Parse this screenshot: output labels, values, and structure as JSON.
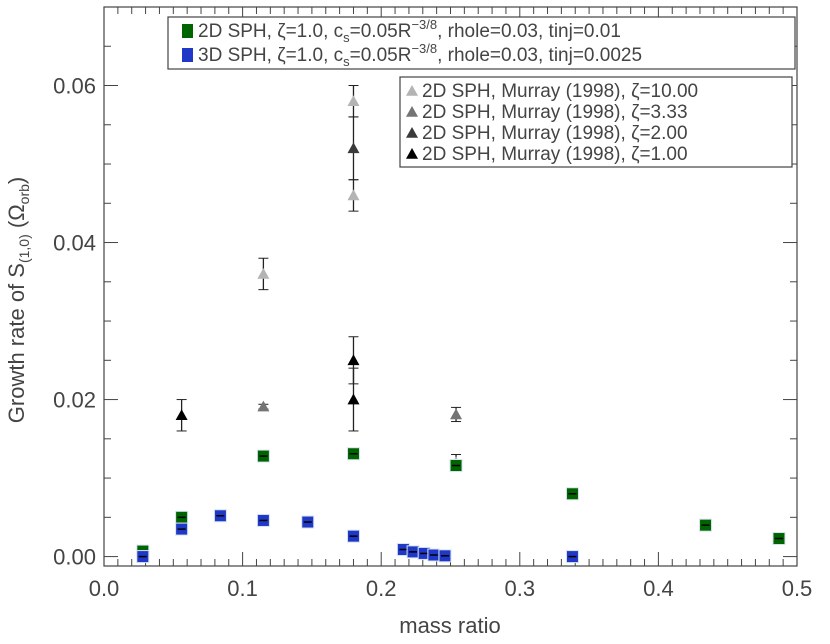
{
  "chart_data": {
    "type": "scatter",
    "xlabel": "mass ratio",
    "ylabel_parts": {
      "main": "Growth rate of S",
      "sub": "(1,0)",
      "unit_open": " (Ω",
      "unit_sub": "orb",
      "unit_close": ")"
    },
    "xlim": [
      0.0,
      0.5
    ],
    "ylim": [
      -0.0012,
      0.07
    ],
    "xticks": [
      "0.0",
      "0.1",
      "0.2",
      "0.3",
      "0.4",
      "0.5"
    ],
    "xtick_values": [
      0.0,
      0.1,
      0.2,
      0.3,
      0.4,
      0.5
    ],
    "yticks": [
      "0.00",
      "0.02",
      "0.04",
      "0.06"
    ],
    "ytick_values": [
      0.0,
      0.02,
      0.04,
      0.06
    ],
    "grid": false,
    "legends": [
      {
        "placement": "top",
        "entries": [
          {
            "series": 0,
            "parts": [
              "2D SPH, ζ=1.0, c",
              "s",
              "=0.05R",
              "−3/8",
              ", rhole=0.03, tinj=0.01"
            ]
          },
          {
            "series": 1,
            "parts": [
              "3D SPH, ζ=1.0, c",
              "s",
              "=0.05R",
              "−3/8",
              ", rhole=0.03, tinj=0.0025"
            ]
          }
        ]
      },
      {
        "placement": "top-right",
        "entries": [
          {
            "series": 2,
            "label": "2D SPH, Murray (1998), ζ=10.00"
          },
          {
            "series": 3,
            "label": "2D SPH, Murray (1998), ζ=3.33"
          },
          {
            "series": 4,
            "label": "2D SPH, Murray (1998), ζ=2.00"
          },
          {
            "series": 5,
            "label": "2D SPH, Murray (1998), ζ=1.00"
          }
        ]
      }
    ],
    "series": [
      {
        "name": "2D SPH, ζ=1.0, cs=0.05R^-3/8, rhole=0.03, tinj=0.01",
        "marker": "square",
        "color": "#006400",
        "points": [
          [
            0.028,
            0.0007
          ],
          [
            0.056,
            0.005
          ],
          [
            0.115,
            0.0128
          ],
          [
            0.18,
            0.0131
          ],
          [
            0.254,
            0.0116
          ],
          [
            0.338,
            0.008
          ],
          [
            0.434,
            0.004
          ],
          [
            0.487,
            0.0023
          ]
        ]
      },
      {
        "name": "3D SPH, ζ=1.0, cs=0.05R^-3/8, rhole=0.03, tinj=0.0025",
        "marker": "square",
        "color": "#2038c8",
        "points": [
          [
            0.028,
            0.0
          ],
          [
            0.056,
            0.0035
          ],
          [
            0.084,
            0.0052
          ],
          [
            0.115,
            0.0046
          ],
          [
            0.147,
            0.0044
          ],
          [
            0.18,
            0.0026
          ],
          [
            0.216,
            0.0009
          ],
          [
            0.223,
            0.0006
          ],
          [
            0.231,
            0.0004
          ],
          [
            0.238,
            0.0002
          ],
          [
            0.246,
            0.0001
          ],
          [
            0.338,
            0.0
          ]
        ]
      },
      {
        "name": "2D SPH, Murray (1998), ζ=10.00",
        "marker": "triangle",
        "color": "#b4b4b4",
        "points": [
          [
            0.115,
            0.036,
            0.034,
            0.038
          ],
          [
            0.18,
            0.058,
            0.056,
            0.06
          ],
          [
            0.18,
            0.046,
            0.044,
            0.048
          ],
          [
            0.254,
            0.012,
            0.0114,
            0.013
          ]
        ]
      },
      {
        "name": "2D SPH, Murray (1998), ζ=3.33",
        "marker": "triangle",
        "color": "#747474",
        "points": [
          [
            0.115,
            0.0191,
            0.0188,
            0.0194
          ],
          [
            0.254,
            0.0181,
            0.0172,
            0.019
          ]
        ]
      },
      {
        "name": "2D SPH, Murray (1998), ζ=2.00",
        "marker": "triangle",
        "color": "#3a3a3a",
        "points": [
          [
            0.18,
            0.052,
            0.048,
            0.056
          ]
        ]
      },
      {
        "name": "2D SPH, Murray (1998), ζ=1.00",
        "marker": "triangle",
        "color": "#000000",
        "points": [
          [
            0.056,
            0.018,
            0.016,
            0.02
          ],
          [
            0.18,
            0.025,
            0.022,
            0.028
          ],
          [
            0.18,
            0.02,
            0.016,
            0.024
          ]
        ]
      }
    ]
  }
}
